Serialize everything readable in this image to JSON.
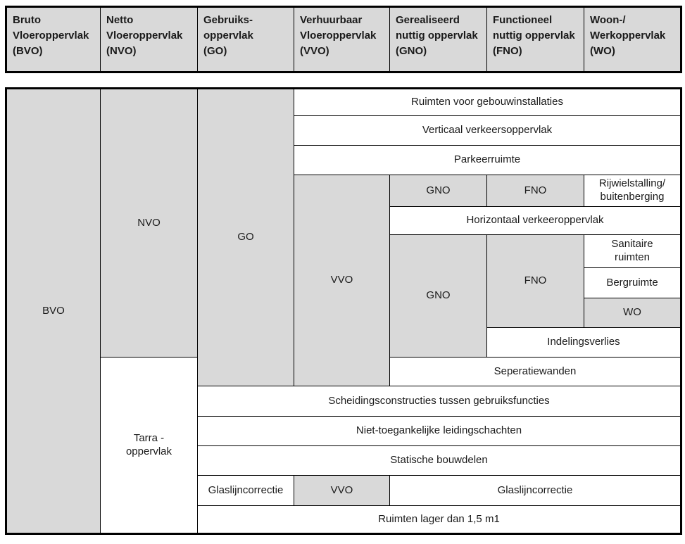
{
  "colors": {
    "cell_fill_gray": "#d9d9d9",
    "border": "#000000",
    "background": "#ffffff",
    "text": "#1a1a1a"
  },
  "header": {
    "columns": [
      {
        "label": "Bruto\nVloeroppervlak\n(BVO)"
      },
      {
        "label": "Netto\nVloeroppervlak\n(NVO)"
      },
      {
        "label": "Gebruiks-\noppervlak\n(GO)"
      },
      {
        "label": "Verhuurbaar\nVloeroppervlak\n(VVO)"
      },
      {
        "label": "Gerealiseerd\nnuttig oppervlak\n(GNO)"
      },
      {
        "label": "Functioneel\nnuttig oppervlak\n(FNO)"
      },
      {
        "label": "Woon-/\nWerkoppervlak\n(WO)"
      }
    ]
  },
  "cells": {
    "bvo": "BVO",
    "nvo": "NVO",
    "tarra": "Tarra -\noppervlak",
    "go": "GO",
    "ruimten_gebouwinstallaties": "Ruimten voor gebouwinstallaties",
    "verticaal_verkeersoppervlak": "Verticaal verkeersoppervlak",
    "parkeerruimte": "Parkeerruimte",
    "vvo": "VVO",
    "gno_top": "GNO",
    "fno_top": "FNO",
    "rijwielstalling": "Rijwielstalling/\nbuitenberging",
    "horizontaal_verkeeroppervlak": "Horizontaal verkeeroppervlak",
    "gno_main": "GNO",
    "fno_main": "FNO",
    "sanitaire_ruimten": "Sanitaire\nruimten",
    "bergruimte": "Bergruimte",
    "wo": "WO",
    "indelingsverlies": "Indelingsverlies",
    "seperatiewanden": "Seperatiewanden",
    "scheidingsconstructies": "Scheidingsconstructies tussen gebruiksfuncties",
    "leidingschachten": "Niet-toegankelijke leidingschachten",
    "statische_bouwdelen": "Statische bouwdelen",
    "glaslijncorrectie_links": "Glaslijncorrectie",
    "vvo_klein": "VVO",
    "glaslijncorrectie_rechts": "Glaslijncorrectie",
    "ruimten_lager": "Ruimten lager dan 1,5 m1"
  }
}
